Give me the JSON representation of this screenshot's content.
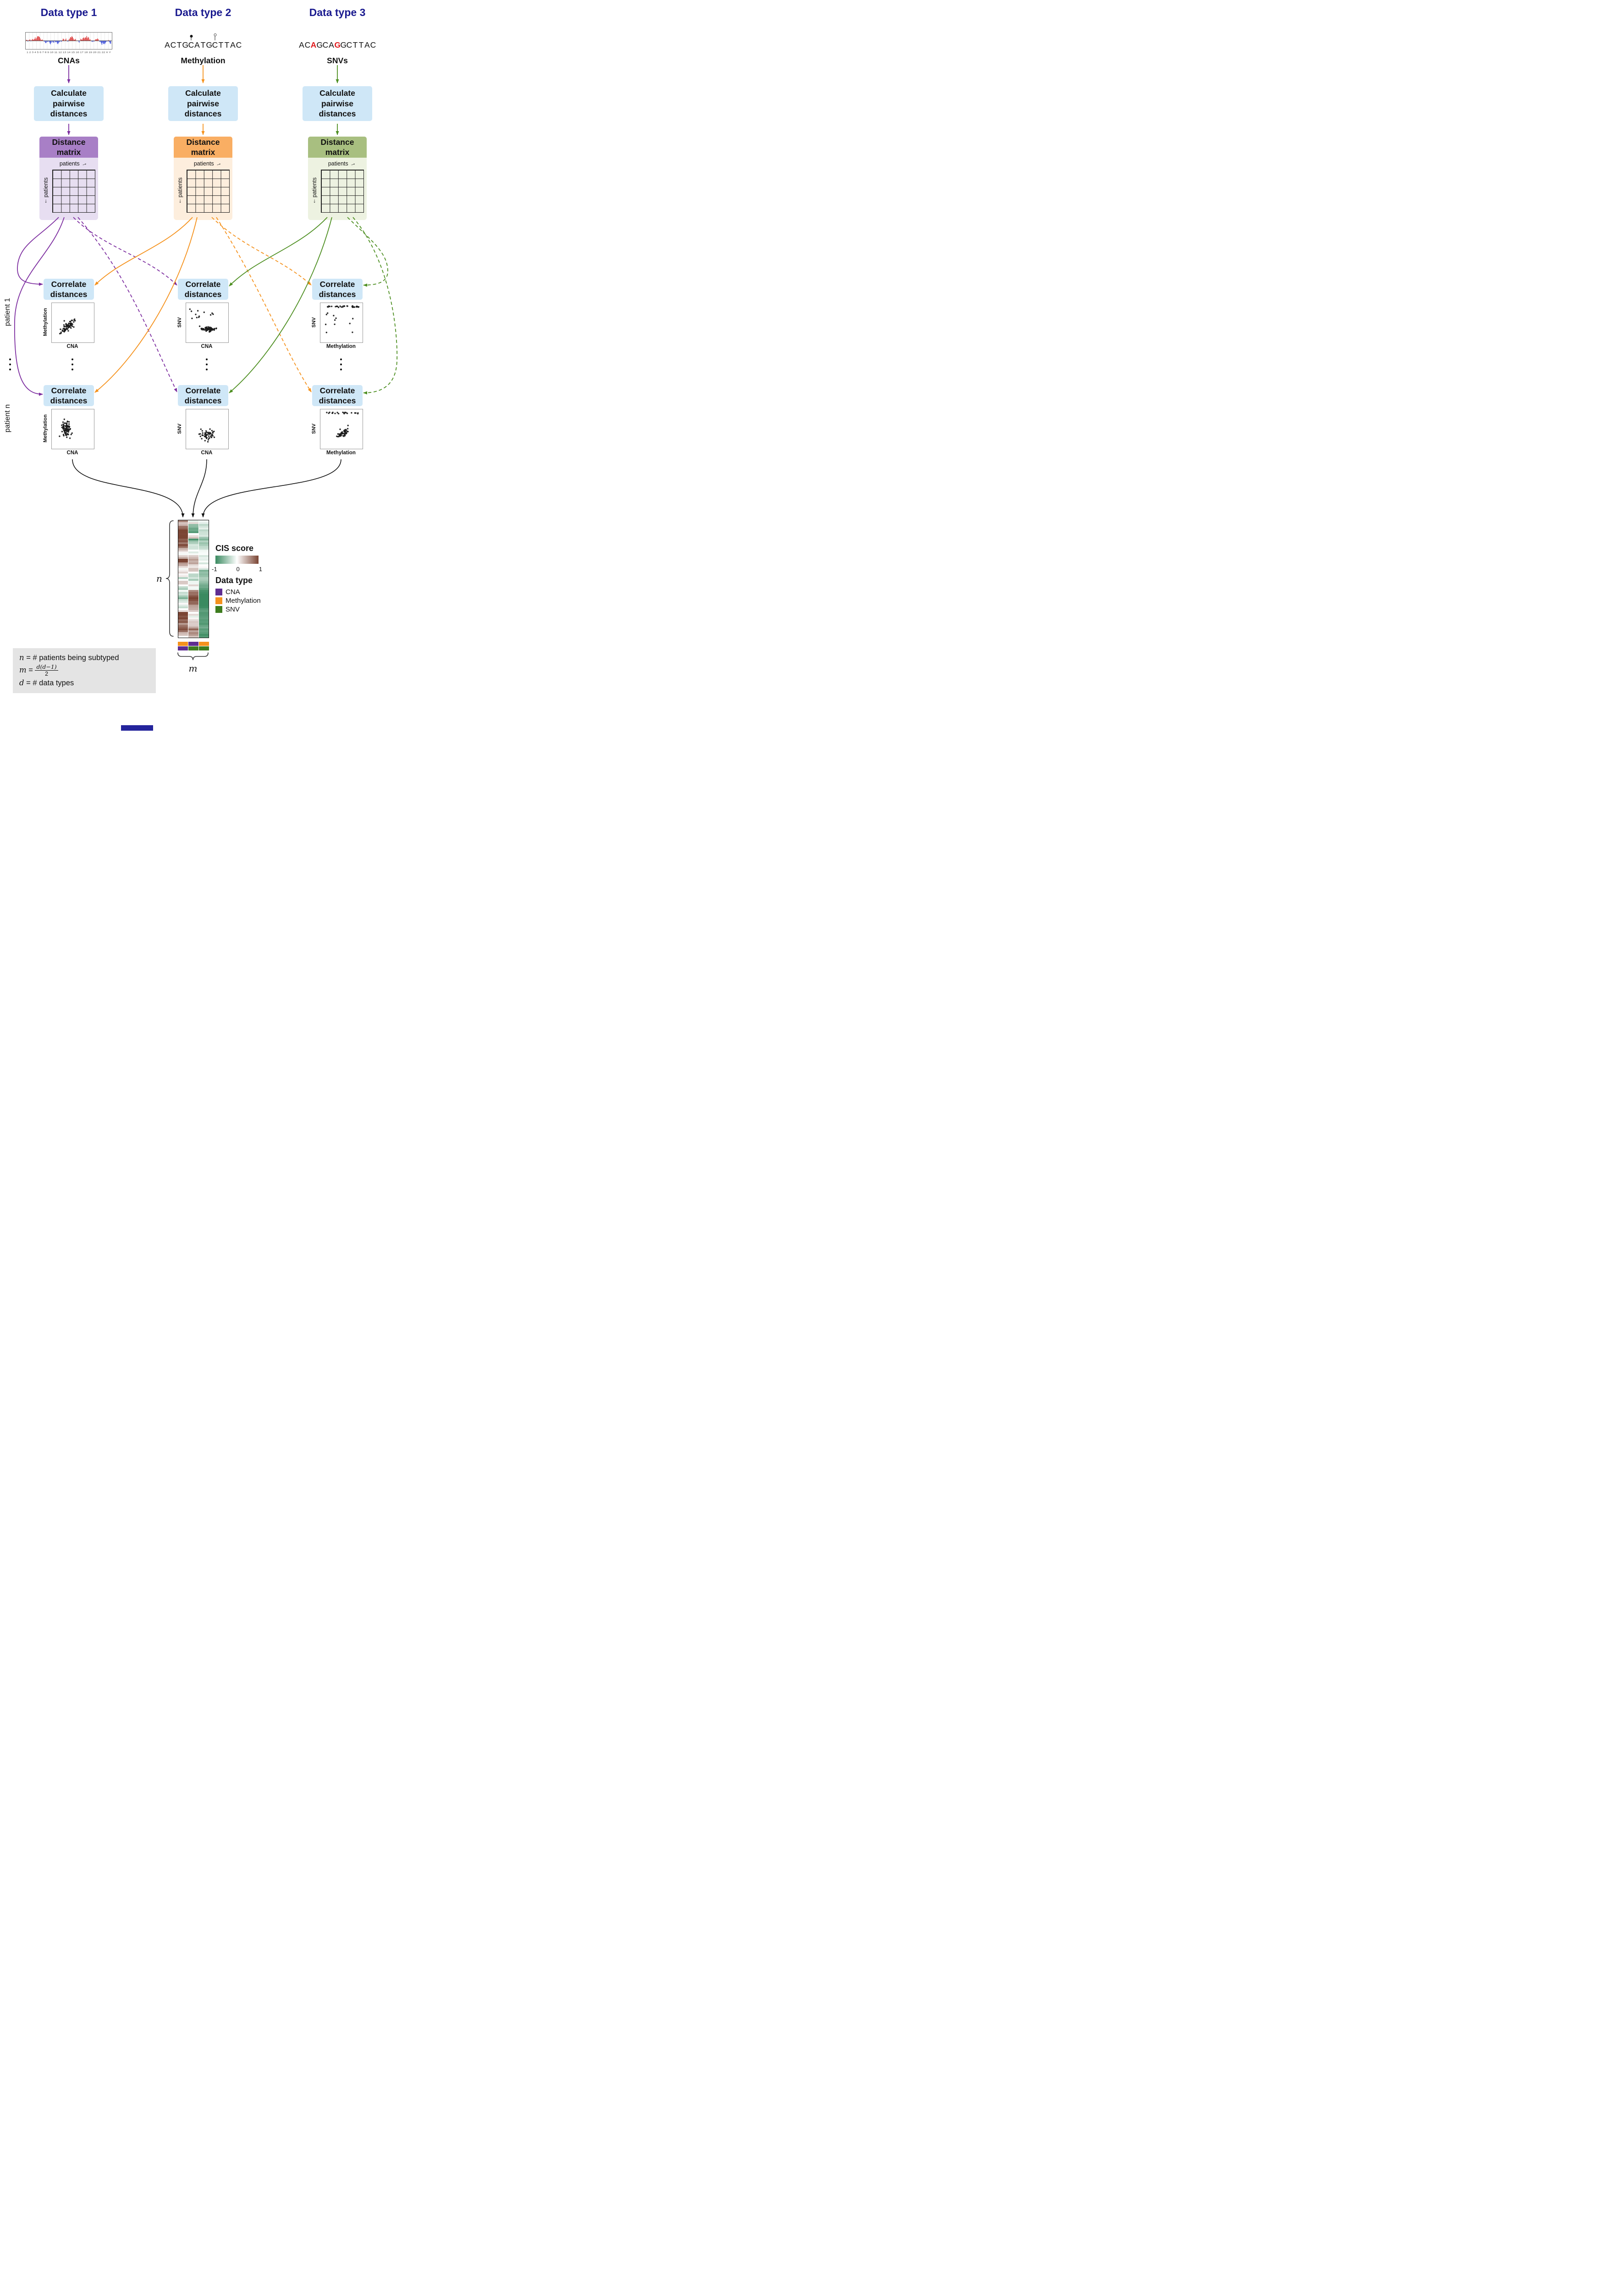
{
  "palette": {
    "navy": "#1a1a8f",
    "purple": "#7d2ea0",
    "orange": "#f5921d",
    "green": "#4e8f22",
    "light_blue": "#cfe7f7",
    "snv_red": "#e0191c",
    "heat_low": "#3a8a60",
    "heat_high": "#7a4433",
    "footer_blue": "#24249c",
    "formula_bg": "#e4e4e4",
    "cna_gain_red": "#d92b2b",
    "cna_loss_blue": "#2b3fd9"
  },
  "columns": [
    {
      "header": "Data type 1",
      "label": "CNAs",
      "matrix_header_bg": "#a87fc6",
      "panel_bg": "#e7def1"
    },
    {
      "header": "Data type 2",
      "label": "Methylation",
      "matrix_header_bg": "#f9ae63",
      "panel_bg": "#fdeedd"
    },
    {
      "header": "Data type 3",
      "label": "SNVs",
      "matrix_header_bg": "#a8bf80",
      "panel_bg": "#edf2e1"
    }
  ],
  "icons": {
    "arrow_right": "→",
    "arrow_down": "↓"
  },
  "calc_box": {
    "lines": [
      "Calculate",
      "pairwise",
      "distances"
    ]
  },
  "matrix_box": {
    "lines": [
      "Distance",
      "matrix"
    ],
    "top_label": "patients",
    "side_label": "patients"
  },
  "correlate_box": {
    "lines": [
      "Correlate",
      "distances"
    ]
  },
  "row_labels": {
    "first": "patient 1",
    "last": "patient n"
  },
  "sequences": {
    "methylation": {
      "text": "ACTGCATGCTTAC",
      "marks": [
        {
          "index": 4,
          "type": "filled"
        },
        {
          "index": 8,
          "type": "open"
        }
      ]
    },
    "snv": {
      "text": "ACAGCAGGCTTAC",
      "red_indices": [
        2,
        6
      ]
    }
  },
  "cna_plot": {
    "chrom_labels": "1 2 3 4 5 6 7 8 9 10 11 12 13 14 15 16 17 18 19 20 21 22 X Y"
  },
  "scatters": [
    {
      "x": "CNA",
      "y": "Methylation",
      "pattern": "corr-pos",
      "count": 75
    },
    {
      "x": "CNA",
      "y": "SNV",
      "pattern": "band-low",
      "count": 85
    },
    {
      "x": "Methylation",
      "y": "SNV",
      "pattern": "top-line",
      "count": 44
    },
    {
      "x": "CNA",
      "y": "Methylation",
      "pattern": "cloud-left",
      "count": 85
    },
    {
      "x": "CNA",
      "y": "SNV",
      "pattern": "cloud-bottom",
      "count": 55
    },
    {
      "x": "Methylation",
      "y": "SNV",
      "pattern": "top-line-cloud",
      "count": 70
    }
  ],
  "heatmap": {
    "rows": 64,
    "cols": 3
  },
  "legend": {
    "cis": {
      "title": "CIS score",
      "ticks": [
        "-1",
        "0",
        "1"
      ]
    },
    "datatype": {
      "title": "Data type",
      "items": [
        {
          "label": "CNA",
          "color": "#5f2d91"
        },
        {
          "label": "Methylation",
          "color": "#f5921d"
        },
        {
          "label": "SNV",
          "color": "#3e7d1f"
        }
      ]
    }
  },
  "annotation_strip": {
    "pairs": [
      [
        "#f5921d",
        "#5f2d91"
      ],
      [
        "#5f2d91",
        "#3e7d1f"
      ],
      [
        "#f5921d",
        "#3e7d1f"
      ]
    ]
  },
  "braces": {
    "left_label": "n",
    "bottom_label": "m"
  },
  "formula_box": {
    "line1": {
      "var": "n",
      "text": "= # patients being subtyped"
    },
    "line2": {
      "var": "m",
      "eq": "=",
      "numerator": "d(d−1)",
      "denominator": "2"
    },
    "line3": {
      "var": "d",
      "text": "= # data types"
    }
  }
}
